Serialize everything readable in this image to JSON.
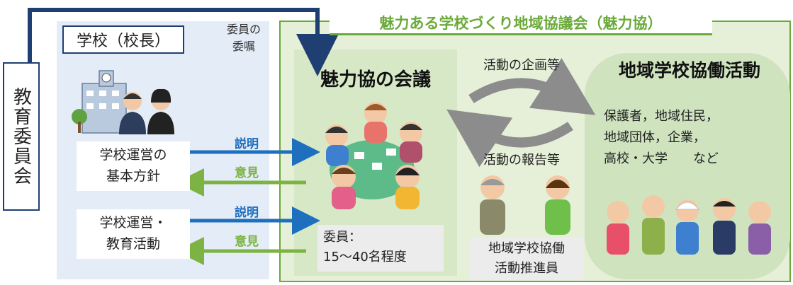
{
  "board": {
    "label": "教育委員会"
  },
  "appoint": {
    "label": "委員の\n委嘱"
  },
  "school": {
    "title": "学校（校長）",
    "policy": "学校運営の\n基本方針",
    "ops": "学校運営・\n教育活動"
  },
  "arrows": {
    "explain1": "説明",
    "opinion1": "意見",
    "explain2": "説明",
    "opinion2": "意見"
  },
  "council": {
    "banner": "魅力ある学校づくり地域協議会（魅力協）",
    "meeting_title": "魅力協の会議",
    "members": "委員：\n15〜40名程度"
  },
  "cycle": {
    "plan": "活動の企画等",
    "report": "活動の報告等"
  },
  "promoter": {
    "label": "地域学校協働\n活動推進員"
  },
  "community": {
    "title": "地域学校協働活動",
    "participants": "保護者，地域住民，\n地域団体，企業，\n高校・大学　　など"
  },
  "colors": {
    "blue_dark": "#1f3f73",
    "green": "#6aaa3a",
    "green_light": "#e6f0d8",
    "school_bg": "#e3ecf7",
    "arrow_blue": "#1f6fbf",
    "arrow_green": "#7cb342",
    "cycle_gray": "#8c8c8c"
  }
}
